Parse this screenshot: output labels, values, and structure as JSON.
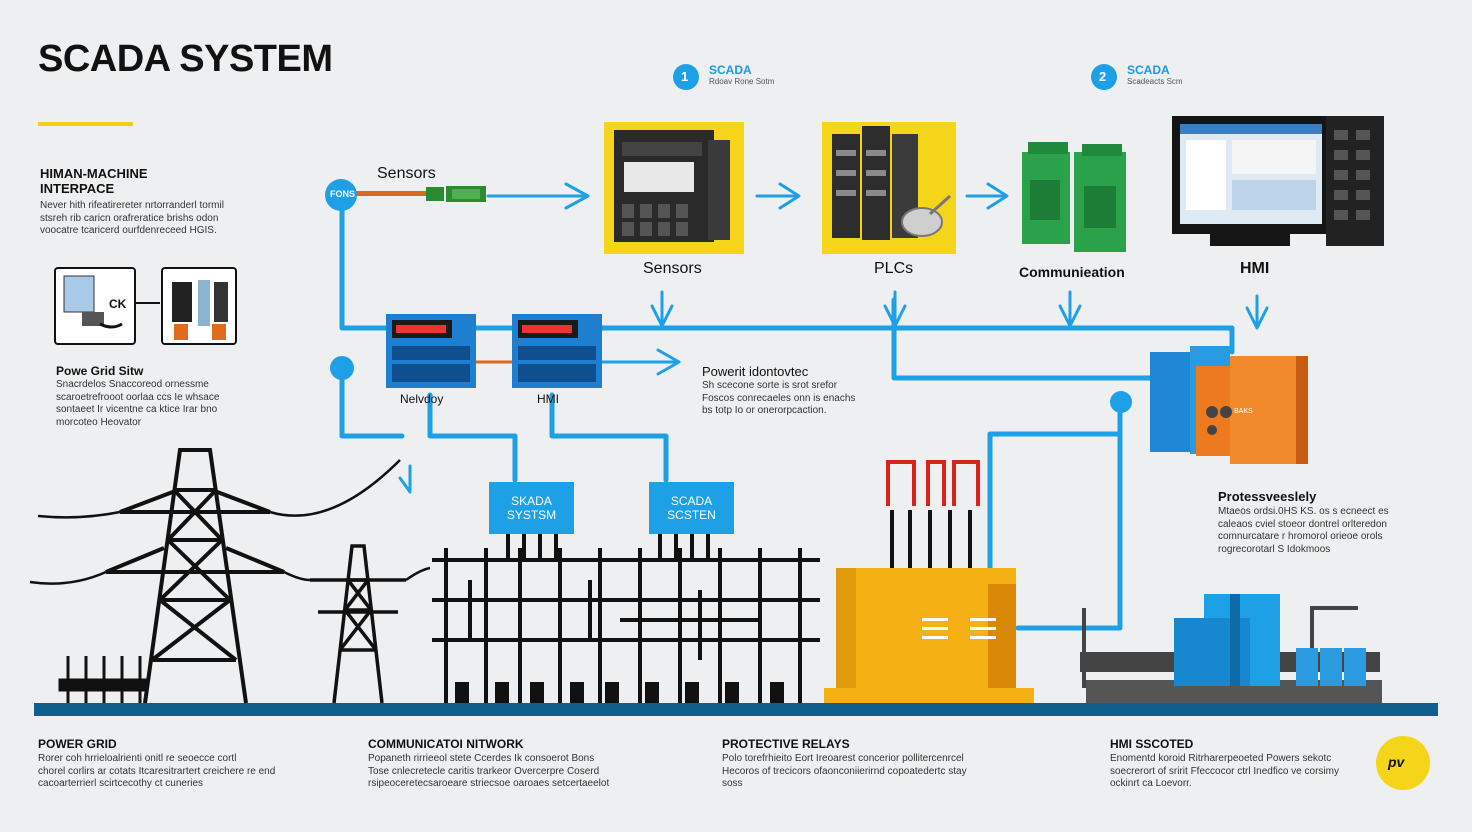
{
  "title": "SCADA SYSTEM",
  "colors": {
    "accent_blue": "#1ea0e6",
    "accent_yellow": "#f5cd17",
    "dark": "#111111",
    "orange": "#ee7a1f",
    "ground": "#0f5e8c"
  },
  "steps": [
    {
      "number": "1",
      "title": "SCADA",
      "subtitle": "Rdoav Rone Sotm"
    },
    {
      "number": "2",
      "title": "SCADA",
      "subtitle": "Scadeacts Scm"
    }
  ],
  "hmi_intro": {
    "heading_line1": "HIMAN-MACHINE",
    "heading_line2": "INTERPACE",
    "body": "Never hith rifeatirereter nrtorranderl tormil\nstsreh rib caricn orafreratice brishs odon\nvoocatre tcaricerd ourfdenreceed HGIS."
  },
  "ck_label": "CK",
  "power_grid_story": {
    "heading": "Powe Grid Sitw",
    "body": "Snacrdelos Snaccoreod ornessme\nscaroetrefrooot oorlaa ccs Ie whsace\nsontaeet Ir vicentne ca ktice Irar bno\nmorcoteo Heovator"
  },
  "sensor_top_label": "Sensors",
  "fons_label": "FONS",
  "devices": [
    {
      "label": "Sensors",
      "icon": "sensor-device-icon"
    },
    {
      "label": "PLCs",
      "icon": "plc-device-icon"
    },
    {
      "label": "Communieation",
      "icon": "communication-module-icon"
    },
    {
      "label": "HMI",
      "icon": "hmi-monitor-icon"
    }
  ],
  "modules": [
    {
      "label": "Nelvdoy"
    },
    {
      "label": "HMI"
    }
  ],
  "power_monitor": {
    "heading": "Powerit idontovtec",
    "body": "Sh scecone sorte is srot srefor\nFoscos conrecaeles onn is enachs\nbs totp Io or onerorpcaction."
  },
  "scada_boxes": [
    {
      "text": "SKADA\nSYSTSM"
    },
    {
      "text": "SCADA\nSCSTEN"
    }
  ],
  "relay_label": "BAKS",
  "protective_sidebar": {
    "heading": "Protessveeslely",
    "body": "Mtaeos ordsi.0HS KS. os s ecneect es\ncaleaos cviel stoeor dontrel orlteredon\ncomnurcatare r hromorol orieoe orols\nrogrecorotarl S Idokmoos"
  },
  "bottom": [
    {
      "heading": "POWER GRID",
      "body": "Rorer coh hrrieloalrienti onitl re seoecce cortl\nchorel corlirs ar cotats Itcaresitrartert creichere re end\ncacoarterrierl scirtcecothy ct cuneries"
    },
    {
      "heading": "COMMUNICATOI NITWORK",
      "body": "Popaneth rirrieeol stete Ccerdes Ik consoerot Bons\nTose cnlecretecle caritis trarkeor Overcerpre Coserd\nrsipeoceretecsaroeare striecsoe oaroaes setcertaeelot"
    },
    {
      "heading": "PROTECTIVE RELAYS",
      "body": "Polo torefrhieito Eort Ireoarest concerior pollitercenrcel\nHecoros of trecicors ofaonconiierirnd copoatedertc stay\nsoss"
    },
    {
      "heading": "HMI SSCOTED",
      "body": "Enomentd koroid Ritrharerpeoeted Powers sekotc\nsoecrerort of sririt Ffeccocor ctrl Inedfico ve corsimy\nockinrt ca Loevorr."
    }
  ],
  "badge": {
    "text": "pv"
  }
}
